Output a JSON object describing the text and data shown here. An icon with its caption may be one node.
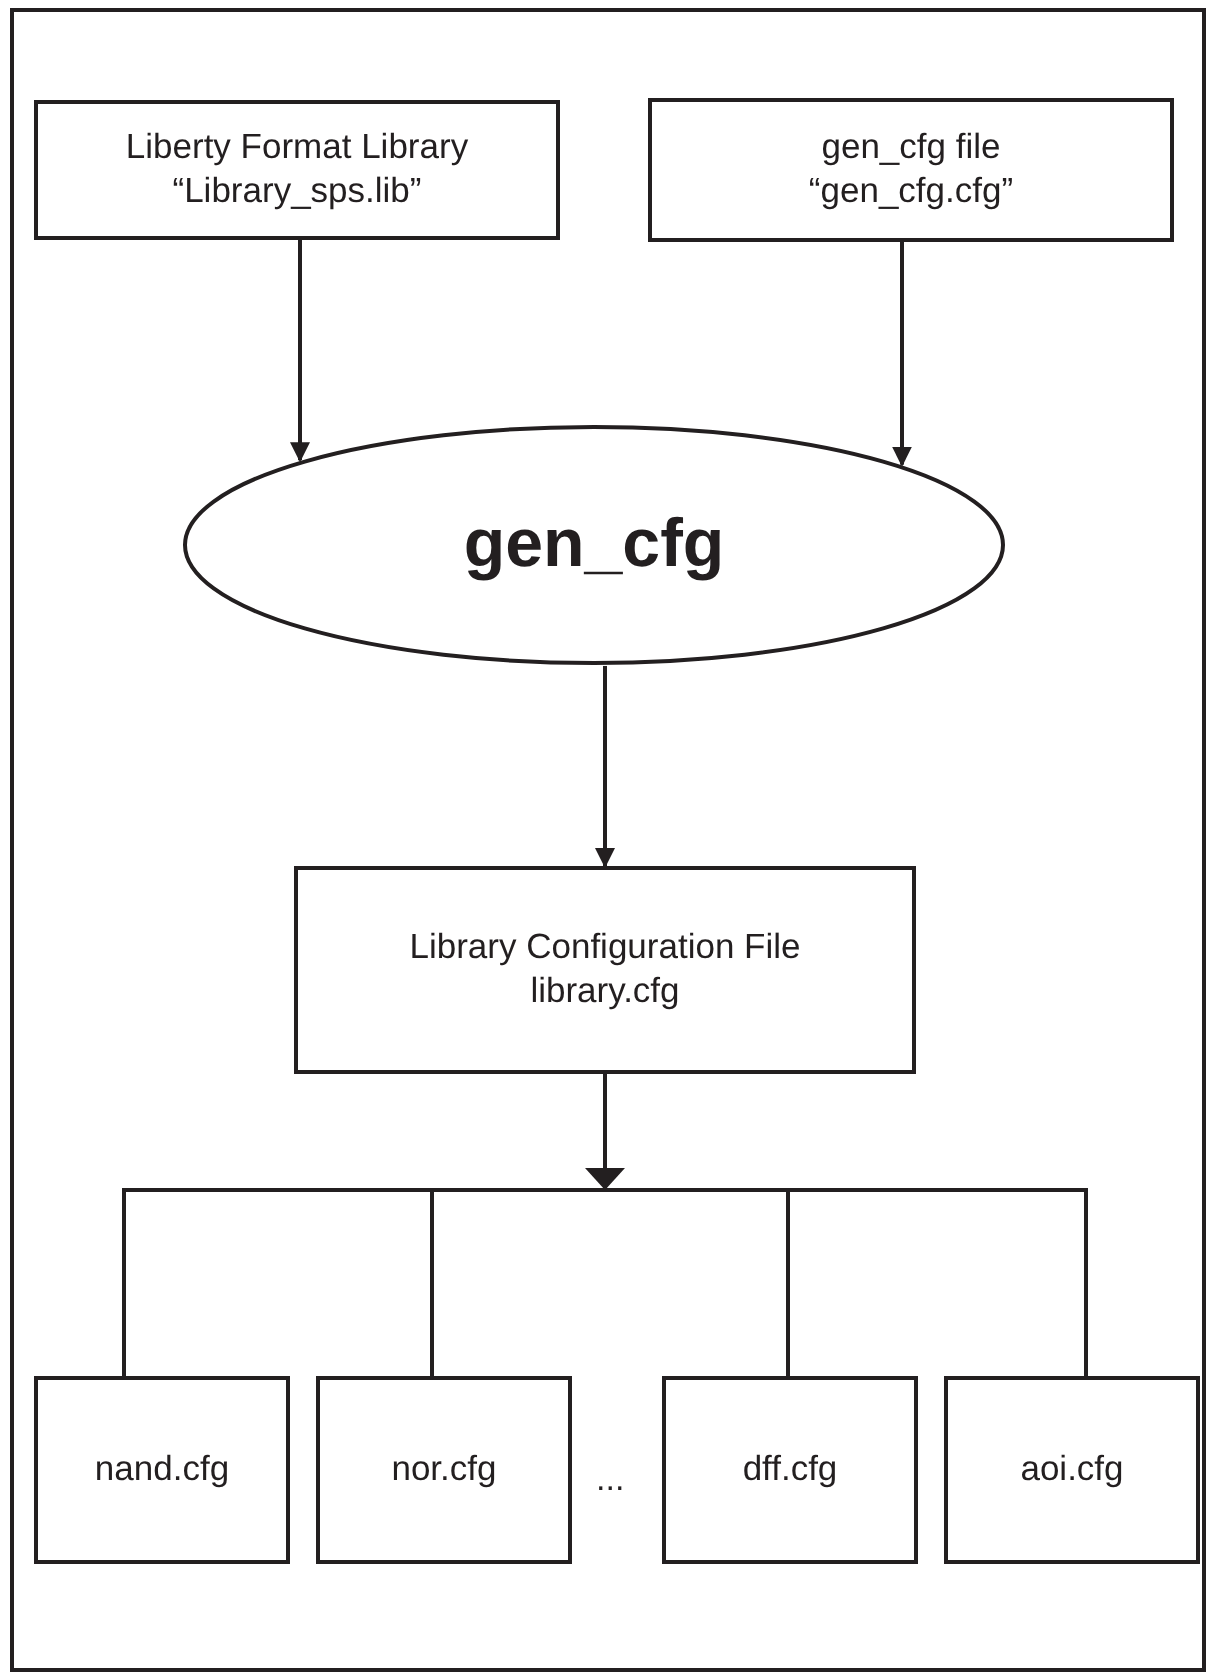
{
  "diagram": {
    "nodes": [
      {
        "text": [
          "Liberty Format Library",
          "“Library_sps.lib”"
        ]
      },
      {
        "text": [
          "gen_cfg file",
          "“gen_cfg.cfg”"
        ]
      },
      {
        "text": [
          "gen_cfg"
        ]
      },
      {
        "text": [
          "Library Configuration File",
          "library.cfg"
        ]
      },
      {
        "text": [
          "nand.cfg"
        ]
      },
      {
        "text": [
          "nor.cfg"
        ]
      },
      {
        "text": [
          "dff.cfg"
        ]
      },
      {
        "text": [
          "aoi.cfg"
        ]
      }
    ],
    "edges": [
      {
        "from": 0,
        "to": 2,
        "arrow": "to"
      },
      {
        "from": 1,
        "to": 2,
        "arrow": "to"
      },
      {
        "from": 2,
        "to": 3,
        "arrow": "to"
      },
      {
        "from": 3,
        "to": 4,
        "arrow": "to"
      },
      {
        "from": 3,
        "to": 5,
        "arrow": "to"
      },
      {
        "from": 3,
        "to": 6,
        "arrow": "to"
      },
      {
        "from": 3,
        "to": 7,
        "arrow": "to"
      }
    ],
    "labels": [
      "..."
    ]
  }
}
